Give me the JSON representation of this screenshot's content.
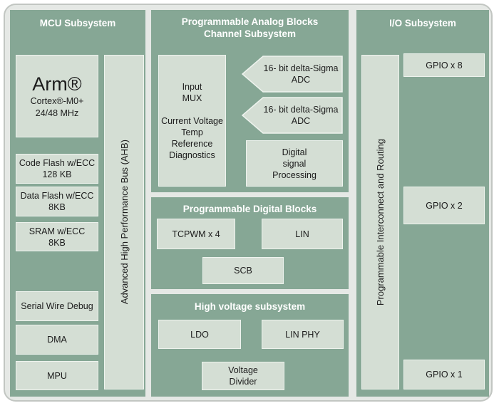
{
  "colors": {
    "panel_green": "#86a795",
    "block_light_green": "#d4ded4",
    "block_border": "#eef3ee",
    "frame_background": "#e5e8e5",
    "frame_border": "#c2c6c2",
    "header_text": "#ffffff",
    "block_text": "#1c1c1c"
  },
  "mcu_subsystem": {
    "title": "MCU Subsystem",
    "cpu": {
      "brand": "Arm®",
      "core": "Cortex®-M0+",
      "clock": "24/48 MHz"
    },
    "code_flash": "Code Flash w/ECC\n128 KB",
    "data_flash": "Data Flash w/ECC\n8KB",
    "sram": "SRAM w/ECC\n8KB",
    "serial_wire_debug": "Serial Wire Debug",
    "dma": "DMA",
    "mpu": "MPU",
    "bus": "Advanced High Performance Bus (AHB)"
  },
  "analog_subsystem": {
    "title": "Programmable Analog Blocks\nChannel Subsystem",
    "input_mux": "Input\nMUX\n\nCurrent Voltage\nTemp\nReference\nDiagnostics",
    "adc1": "16- bit delta-Sigma\nADC",
    "adc2": "16- bit delta-Sigma\nADC",
    "dsp": "Digital\nsignal\nProcessing"
  },
  "digital_subsystem": {
    "title": "Programmable Digital Blocks",
    "tcpwm": "TCPWM x 4",
    "lin": "LIN",
    "scb": "SCB"
  },
  "hv_subsystem": {
    "title": "High voltage subsystem",
    "ldo": "LDO",
    "lin_phy": "LIN PHY",
    "voltage_divider": "Voltage\nDivider"
  },
  "io_subsystem": {
    "title": "I/O Subsystem",
    "routing": "Programmable Interconnect and Routing",
    "gpio8": "GPIO x 8",
    "gpio2": "GPIO x 2",
    "gpio1": "GPIO x 1"
  }
}
